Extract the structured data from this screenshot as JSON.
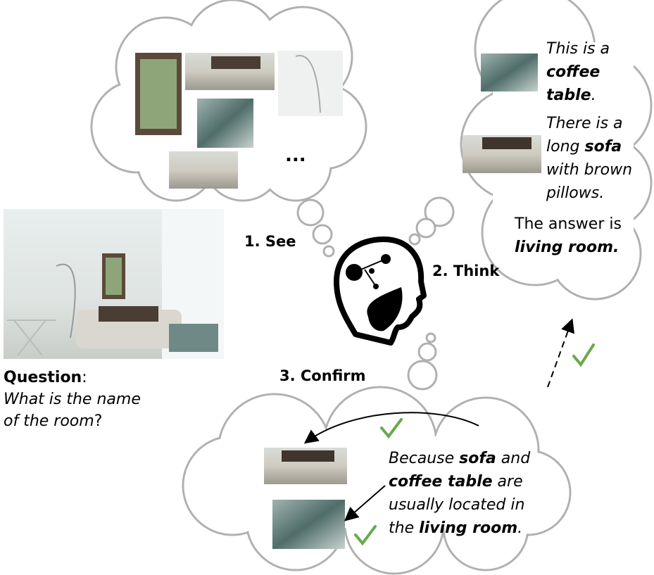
{
  "steps": {
    "see": "1. See",
    "think": "2. Think",
    "confirm": "3. Confirm"
  },
  "question": {
    "label": "Question",
    "colon": ":",
    "text_line1": "What is the name",
    "text_line2": "of the room",
    "qmark": "?"
  },
  "see_cloud": {
    "ellipsis": "..."
  },
  "think_cloud": {
    "line1": "This is a",
    "line2": "coffee",
    "line3": "table",
    "dot": ".",
    "line4": "There is a",
    "line5_a": "long ",
    "line5_b": "sofa",
    "line6": "with brown",
    "line7": "pillows.",
    "answer_line1": "The answer is",
    "answer_line2": "living room."
  },
  "confirm_cloud": {
    "l1_a": "Because ",
    "l1_b": "sofa",
    "l1_c": " and",
    "l2_a": "coffee table",
    "l2_b": " are",
    "l3": "usually located in",
    "l4_a": "the ",
    "l4_b": "living room",
    "l4_c": "."
  },
  "colors": {
    "cloud_stroke": "#b0b0b0",
    "check": "#6aa84f"
  }
}
